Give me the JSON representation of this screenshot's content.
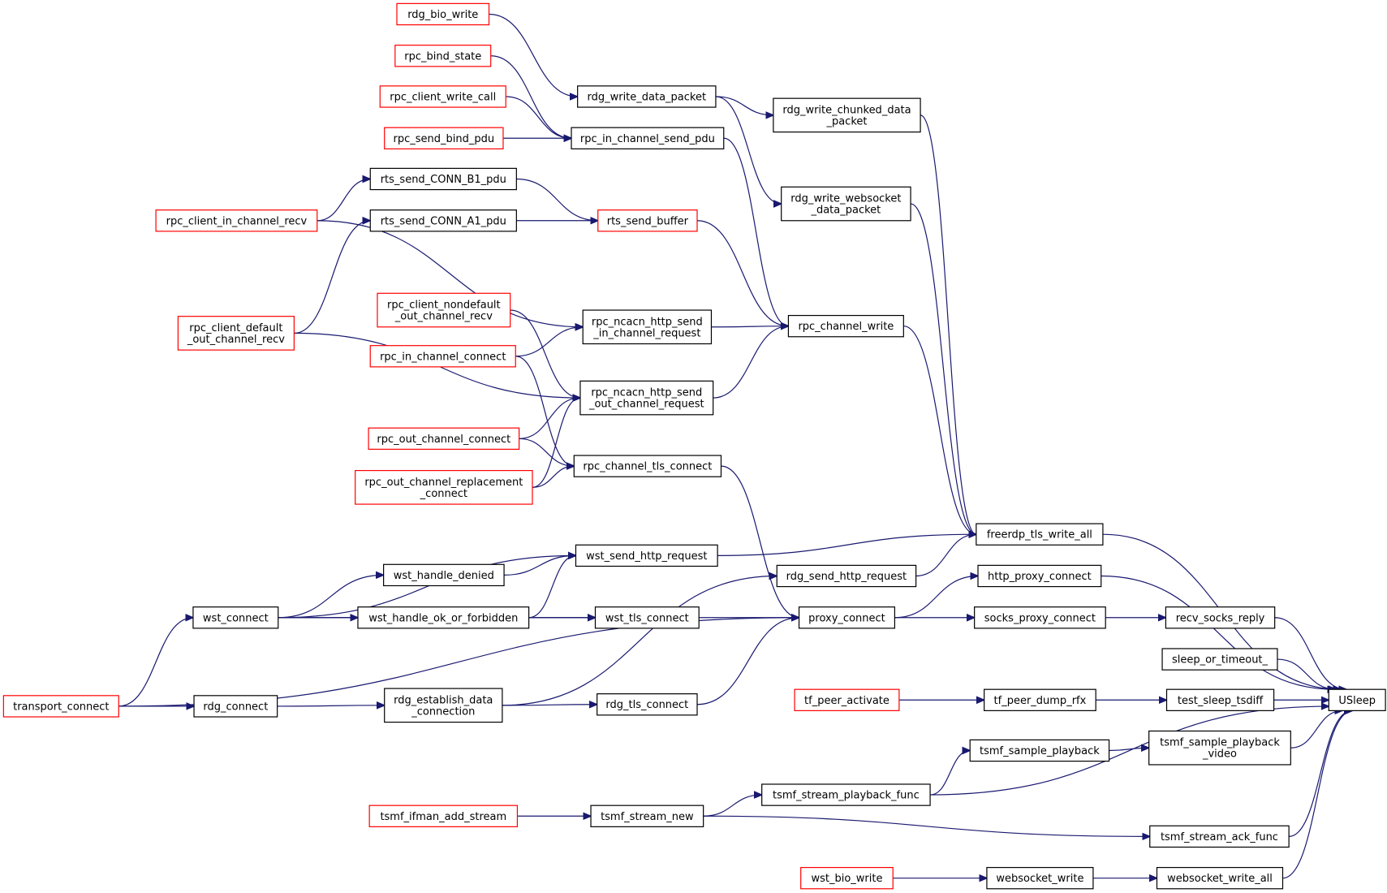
{
  "graph": {
    "colors": {
      "edge": "#191970",
      "internal_border": "#000000",
      "external_border": "#ff0000",
      "root_fill": "#bfbfbf"
    },
    "nodes": [
      {
        "id": "rdg_bio_write",
        "label": "rdg_bio_write",
        "kind": "external"
      },
      {
        "id": "rpc_bind_state",
        "label": "rpc_bind_state",
        "kind": "external"
      },
      {
        "id": "rpc_client_write_call",
        "label": "rpc_client_write_call",
        "kind": "external"
      },
      {
        "id": "rpc_send_bind_pdu",
        "label": "rpc_send_bind_pdu",
        "kind": "external"
      },
      {
        "id": "rdg_write_data_packet",
        "label": "rdg_write_data_packet",
        "kind": "internal"
      },
      {
        "id": "rdg_write_chunked_data_packet",
        "label": "rdg_write_chunked_data\n_packet",
        "kind": "internal"
      },
      {
        "id": "rpc_in_channel_send_pdu",
        "label": "rpc_in_channel_send_pdu",
        "kind": "internal"
      },
      {
        "id": "rts_send_CONN_B1_pdu",
        "label": "rts_send_CONN_B1_pdu",
        "kind": "internal"
      },
      {
        "id": "rpc_client_in_channel_recv",
        "label": "rpc_client_in_channel_recv",
        "kind": "external"
      },
      {
        "id": "rts_send_CONN_A1_pdu",
        "label": "rts_send_CONN_A1_pdu",
        "kind": "internal"
      },
      {
        "id": "rts_send_buffer",
        "label": "rts_send_buffer",
        "kind": "external"
      },
      {
        "id": "rdg_write_websocket_data_packet",
        "label": "rdg_write_websocket\n_data_packet",
        "kind": "internal"
      },
      {
        "id": "rpc_client_nondefault_out_channel_recv",
        "label": "rpc_client_nondefault\n_out_channel_recv",
        "kind": "external"
      },
      {
        "id": "rpc_ncacn_http_send_in_channel_request",
        "label": "rpc_ncacn_http_send\n_in_channel_request",
        "kind": "internal"
      },
      {
        "id": "rpc_channel_write",
        "label": "rpc_channel_write",
        "kind": "internal"
      },
      {
        "id": "rpc_client_default_out_channel_recv",
        "label": "rpc_client_default\n_out_channel_recv",
        "kind": "external"
      },
      {
        "id": "rpc_in_channel_connect",
        "label": "rpc_in_channel_connect",
        "kind": "external"
      },
      {
        "id": "rpc_ncacn_http_send_out_channel_request",
        "label": "rpc_ncacn_http_send\n_out_channel_request",
        "kind": "internal"
      },
      {
        "id": "rpc_out_channel_connect",
        "label": "rpc_out_channel_connect",
        "kind": "external"
      },
      {
        "id": "rpc_channel_tls_connect",
        "label": "rpc_channel_tls_connect",
        "kind": "internal"
      },
      {
        "id": "rpc_out_channel_replacement_connect",
        "label": "rpc_out_channel_replacement\n_connect",
        "kind": "external"
      },
      {
        "id": "freerdp_tls_write_all",
        "label": "freerdp_tls_write_all",
        "kind": "internal"
      },
      {
        "id": "wst_send_http_request",
        "label": "wst_send_http_request",
        "kind": "internal"
      },
      {
        "id": "rdg_send_http_request",
        "label": "rdg_send_http_request",
        "kind": "internal"
      },
      {
        "id": "http_proxy_connect",
        "label": "http_proxy_connect",
        "kind": "internal"
      },
      {
        "id": "wst_handle_denied",
        "label": "wst_handle_denied",
        "kind": "internal"
      },
      {
        "id": "wst_connect",
        "label": "wst_connect",
        "kind": "internal"
      },
      {
        "id": "wst_handle_ok_or_forbidden",
        "label": "wst_handle_ok_or_forbidden",
        "kind": "internal"
      },
      {
        "id": "wst_tls_connect",
        "label": "wst_tls_connect",
        "kind": "internal"
      },
      {
        "id": "proxy_connect",
        "label": "proxy_connect",
        "kind": "internal"
      },
      {
        "id": "socks_proxy_connect",
        "label": "socks_proxy_connect",
        "kind": "internal"
      },
      {
        "id": "recv_socks_reply",
        "label": "recv_socks_reply",
        "kind": "internal"
      },
      {
        "id": "sleep_or_timeout_",
        "label": "sleep_or_timeout_",
        "kind": "internal"
      },
      {
        "id": "tf_peer_activate",
        "label": "tf_peer_activate",
        "kind": "external"
      },
      {
        "id": "tf_peer_dump_rfx",
        "label": "tf_peer_dump_rfx",
        "kind": "internal"
      },
      {
        "id": "test_sleep_tsdiff",
        "label": "test_sleep_tsdiff",
        "kind": "internal"
      },
      {
        "id": "USleep",
        "label": "USleep",
        "kind": "root"
      },
      {
        "id": "transport_connect",
        "label": "transport_connect",
        "kind": "external"
      },
      {
        "id": "rdg_connect",
        "label": "rdg_connect",
        "kind": "internal"
      },
      {
        "id": "rdg_establish_data_connection",
        "label": "rdg_establish_data\n_connection",
        "kind": "internal"
      },
      {
        "id": "rdg_tls_connect",
        "label": "rdg_tls_connect",
        "kind": "internal"
      },
      {
        "id": "tsmf_sample_playback",
        "label": "tsmf_sample_playback",
        "kind": "internal"
      },
      {
        "id": "tsmf_sample_playback_video",
        "label": "tsmf_sample_playback\n_video",
        "kind": "internal"
      },
      {
        "id": "tsmf_stream_playback_func",
        "label": "tsmf_stream_playback_func",
        "kind": "internal"
      },
      {
        "id": "tsmf_ifman_add_stream",
        "label": "tsmf_ifman_add_stream",
        "kind": "external"
      },
      {
        "id": "tsmf_stream_new",
        "label": "tsmf_stream_new",
        "kind": "internal"
      },
      {
        "id": "tsmf_stream_ack_func",
        "label": "tsmf_stream_ack_func",
        "kind": "internal"
      },
      {
        "id": "wst_bio_write",
        "label": "wst_bio_write",
        "kind": "external"
      },
      {
        "id": "websocket_write",
        "label": "websocket_write",
        "kind": "internal"
      },
      {
        "id": "websocket_write_all",
        "label": "websocket_write_all",
        "kind": "internal"
      }
    ],
    "edges": [
      {
        "from": "rdg_bio_write",
        "to": "rdg_write_data_packet"
      },
      {
        "from": "rpc_bind_state",
        "to": "rpc_in_channel_send_pdu"
      },
      {
        "from": "rpc_client_write_call",
        "to": "rpc_in_channel_send_pdu"
      },
      {
        "from": "rpc_send_bind_pdu",
        "to": "rpc_in_channel_send_pdu"
      },
      {
        "from": "rdg_write_data_packet",
        "to": "rdg_write_chunked_data_packet"
      },
      {
        "from": "rdg_write_data_packet",
        "to": "rdg_write_websocket_data_packet"
      },
      {
        "from": "rpc_client_in_channel_recv",
        "to": "rts_send_CONN_B1_pdu"
      },
      {
        "from": "rpc_client_in_channel_recv",
        "to": "rpc_ncacn_http_send_in_channel_request"
      },
      {
        "from": "rts_send_CONN_B1_pdu",
        "to": "rts_send_buffer"
      },
      {
        "from": "rts_send_CONN_A1_pdu",
        "to": "rts_send_buffer"
      },
      {
        "from": "rpc_client_default_out_channel_recv",
        "to": "rts_send_CONN_A1_pdu"
      },
      {
        "from": "rpc_client_default_out_channel_recv",
        "to": "rpc_ncacn_http_send_out_channel_request"
      },
      {
        "from": "rpc_in_channel_send_pdu",
        "to": "rpc_channel_write"
      },
      {
        "from": "rts_send_buffer",
        "to": "rpc_channel_write"
      },
      {
        "from": "rpc_ncacn_http_send_in_channel_request",
        "to": "rpc_channel_write"
      },
      {
        "from": "rpc_ncacn_http_send_out_channel_request",
        "to": "rpc_channel_write"
      },
      {
        "from": "rpc_in_channel_connect",
        "to": "rpc_ncacn_http_send_in_channel_request"
      },
      {
        "from": "rpc_in_channel_connect",
        "to": "rpc_channel_tls_connect"
      },
      {
        "from": "rpc_client_nondefault_out_channel_recv",
        "to": "rpc_ncacn_http_send_out_channel_request"
      },
      {
        "from": "rpc_out_channel_connect",
        "to": "rpc_ncacn_http_send_out_channel_request"
      },
      {
        "from": "rpc_out_channel_connect",
        "to": "rpc_channel_tls_connect"
      },
      {
        "from": "rpc_out_channel_replacement_connect",
        "to": "rpc_ncacn_http_send_out_channel_request"
      },
      {
        "from": "rpc_out_channel_replacement_connect",
        "to": "rpc_channel_tls_connect"
      },
      {
        "from": "rdg_write_chunked_data_packet",
        "to": "freerdp_tls_write_all"
      },
      {
        "from": "rdg_write_websocket_data_packet",
        "to": "freerdp_tls_write_all"
      },
      {
        "from": "rpc_channel_write",
        "to": "freerdp_tls_write_all"
      },
      {
        "from": "wst_send_http_request",
        "to": "freerdp_tls_write_all"
      },
      {
        "from": "rdg_send_http_request",
        "to": "freerdp_tls_write_all"
      },
      {
        "from": "rpc_channel_tls_connect",
        "to": "proxy_connect"
      },
      {
        "from": "wst_connect",
        "to": "wst_send_http_request"
      },
      {
        "from": "wst_connect",
        "to": "wst_handle_denied"
      },
      {
        "from": "wst_connect",
        "to": "wst_handle_ok_or_forbidden"
      },
      {
        "from": "wst_connect",
        "to": "wst_tls_connect"
      },
      {
        "from": "wst_handle_denied",
        "to": "wst_send_http_request"
      },
      {
        "from": "wst_handle_ok_or_forbidden",
        "to": "wst_send_http_request"
      },
      {
        "from": "wst_handle_ok_or_forbidden",
        "to": "wst_tls_connect"
      },
      {
        "from": "wst_tls_connect",
        "to": "proxy_connect"
      },
      {
        "from": "transport_connect",
        "to": "wst_connect"
      },
      {
        "from": "transport_connect",
        "to": "rdg_connect"
      },
      {
        "from": "transport_connect",
        "to": "proxy_connect"
      },
      {
        "from": "rdg_connect",
        "to": "rdg_establish_data_connection"
      },
      {
        "from": "rdg_establish_data_connection",
        "to": "rdg_send_http_request"
      },
      {
        "from": "rdg_establish_data_connection",
        "to": "rdg_tls_connect"
      },
      {
        "from": "rdg_tls_connect",
        "to": "proxy_connect"
      },
      {
        "from": "proxy_connect",
        "to": "http_proxy_connect"
      },
      {
        "from": "proxy_connect",
        "to": "socks_proxy_connect"
      },
      {
        "from": "socks_proxy_connect",
        "to": "recv_socks_reply"
      },
      {
        "from": "tf_peer_activate",
        "to": "tf_peer_dump_rfx"
      },
      {
        "from": "tf_peer_dump_rfx",
        "to": "test_sleep_tsdiff"
      },
      {
        "from": "tsmf_sample_playback",
        "to": "tsmf_sample_playback_video"
      },
      {
        "from": "tsmf_stream_playback_func",
        "to": "tsmf_sample_playback"
      },
      {
        "from": "tsmf_ifman_add_stream",
        "to": "tsmf_stream_new"
      },
      {
        "from": "tsmf_stream_new",
        "to": "tsmf_stream_playback_func"
      },
      {
        "from": "tsmf_stream_new",
        "to": "tsmf_stream_ack_func"
      },
      {
        "from": "wst_bio_write",
        "to": "websocket_write"
      },
      {
        "from": "websocket_write",
        "to": "websocket_write_all"
      },
      {
        "from": "freerdp_tls_write_all",
        "to": "USleep"
      },
      {
        "from": "http_proxy_connect",
        "to": "USleep"
      },
      {
        "from": "recv_socks_reply",
        "to": "USleep"
      },
      {
        "from": "sleep_or_timeout_",
        "to": "USleep"
      },
      {
        "from": "test_sleep_tsdiff",
        "to": "USleep"
      },
      {
        "from": "tsmf_sample_playback_video",
        "to": "USleep"
      },
      {
        "from": "tsmf_stream_playback_func",
        "to": "USleep"
      },
      {
        "from": "tsmf_stream_ack_func",
        "to": "USleep"
      },
      {
        "from": "websocket_write_all",
        "to": "USleep"
      }
    ]
  }
}
